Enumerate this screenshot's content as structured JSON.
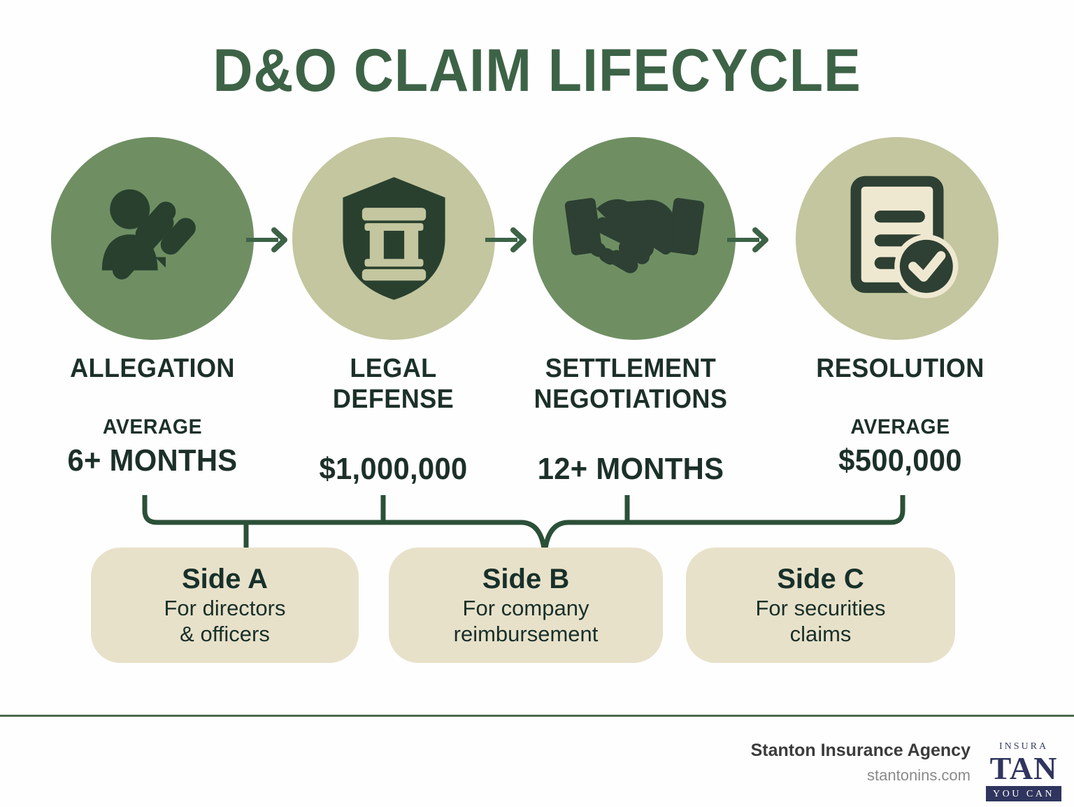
{
  "page": {
    "title": "D&O CLAIM LIFECYCLE",
    "background_color": "#fefefe",
    "accent_dark_green": "#1c3028",
    "accent_title_green": "#3d6347",
    "circle_green": "#6f8f63",
    "circle_sage": "#c3c69e",
    "card_color": "#e8e1ca",
    "divider_color": "#4a6b4e"
  },
  "stages": [
    {
      "id": "allegation",
      "icon": "person-gavel-icon",
      "label": "ALLEGATION",
      "stat_prefix": "AVERAGE",
      "stat_value": "6+ MONTHS",
      "circle_color": "#6f8f63"
    },
    {
      "id": "legal-defense",
      "icon": "shield-courthouse-icon",
      "label_line1": "LEGAL",
      "label_line2": "DEFENSE",
      "stat_prefix": "",
      "stat_value": "$1,000,000",
      "circle_color": "#c3c69e"
    },
    {
      "id": "settlement-negotiations",
      "icon": "handshake-icon",
      "label_line1": "SETTLEMENT",
      "label_line2": "NEGOTIATIONS",
      "stat_prefix": "",
      "stat_value": "12+ MONTHS",
      "circle_color": "#6f8f63"
    },
    {
      "id": "resolution",
      "icon": "document-check-icon",
      "label": "RESOLUTION",
      "stat_prefix": "AVERAGE",
      "stat_value": "$500,000",
      "circle_color": "#c3c69e"
    }
  ],
  "arrows": [
    {
      "id": "arrow-1",
      "icon": "arrow-right-icon"
    },
    {
      "id": "arrow-2",
      "icon": "arrow-right-icon"
    },
    {
      "id": "arrow-3",
      "icon": "arrow-right-icon"
    }
  ],
  "coverage_cards": [
    {
      "id": "side-a",
      "title": "Side A",
      "sub_line1": "For directors",
      "sub_line2": "& officers"
    },
    {
      "id": "side-b",
      "title": "Side B",
      "sub_line1": "For company",
      "sub_line2": "reimbursement"
    },
    {
      "id": "side-c",
      "title": "Side C",
      "sub_line1": "For securities",
      "sub_line2": "claims"
    }
  ],
  "footer": {
    "brand": "Stanton Insurance Agency",
    "website": "stantonins.com",
    "logo": {
      "top_text": "INSURA",
      "main_text": "TAN",
      "bar_text": "YOU CAN"
    }
  }
}
